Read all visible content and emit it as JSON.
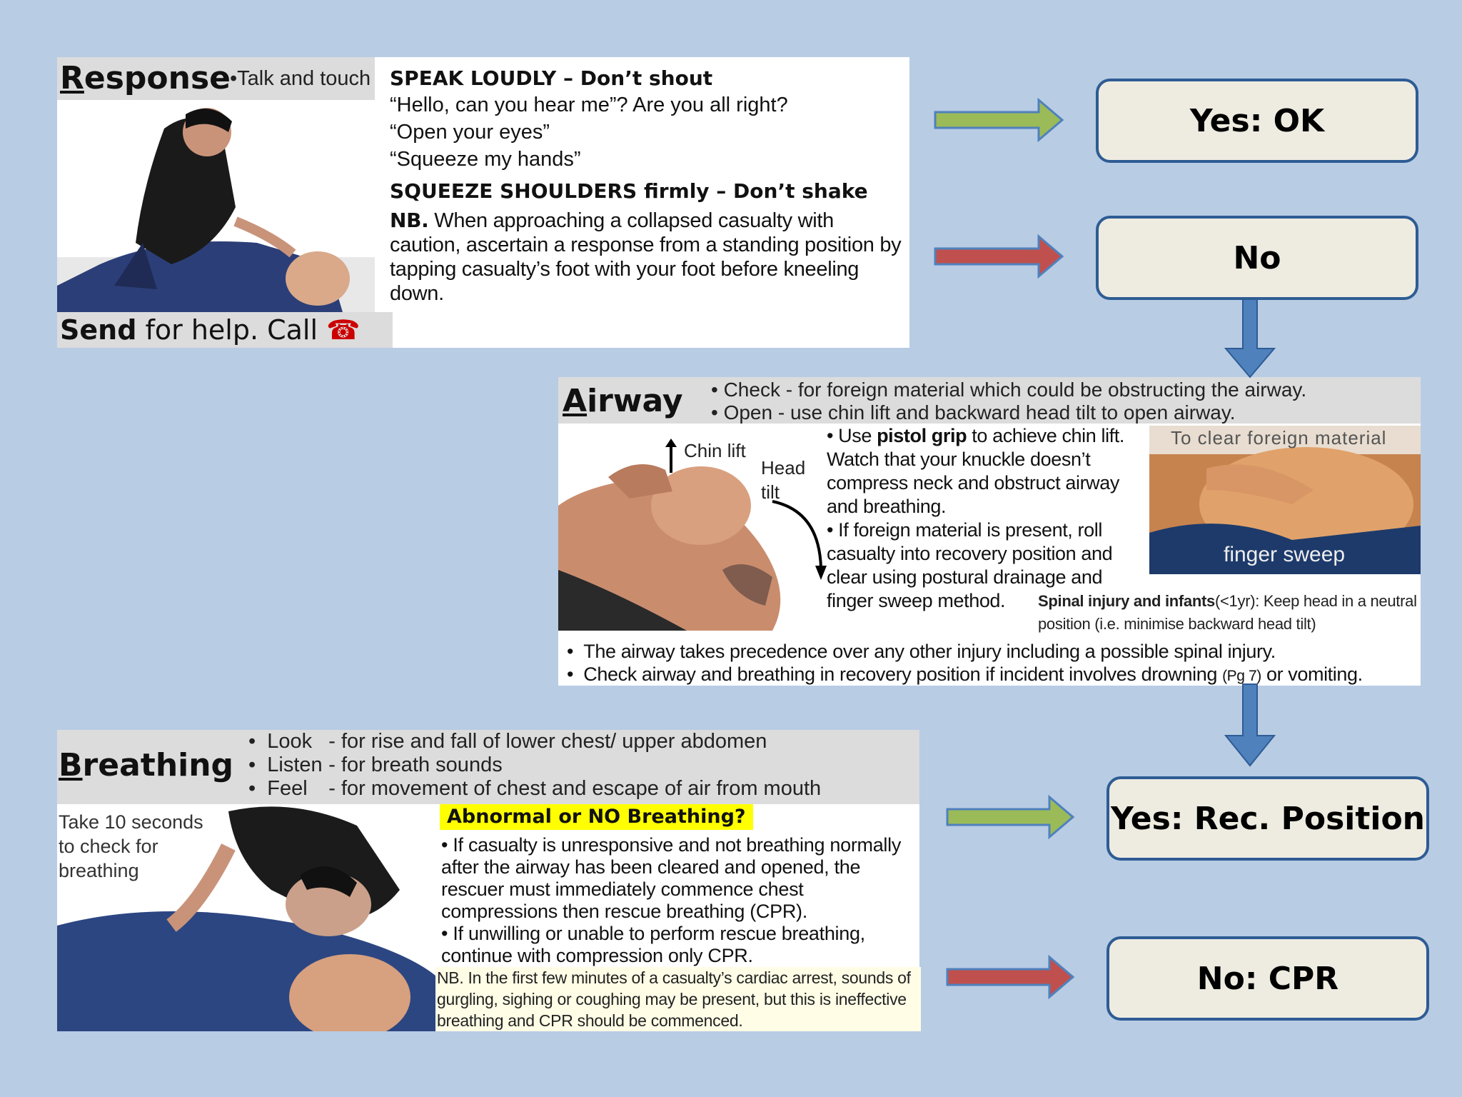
{
  "response": {
    "title": "Response",
    "subtitle": "•Talk and touch",
    "speak": "SPEAK LOUDLY – Don’t shout",
    "line1": "“Hello, can you hear me”? Are you all right?",
    "line2": "“Open your eyes”",
    "line3": "“Squeeze my hands”",
    "squeeze": "SQUEEZE SHOULDERS firmly – Don’t shake",
    "nb_label": "NB.",
    "nb_text": " When approaching a collapsed casualty with caution, ascertain a response from a standing position by tapping casualty’s foot with your foot before kneeling down.",
    "send_bold": "Send",
    "send_rest": " for help. Call ",
    "phone_icon": "☎"
  },
  "airway": {
    "title": "Airway",
    "check": "• Check - for foreign material which could be obstructing the airway.",
    "open": "• Open -  use chin lift and backward head tilt to open airway.",
    "chin_lift": "Chin lift",
    "head": "Head",
    "tilt": "tilt",
    "p1_pre": "• Use ",
    "p1_bold": "pistol grip",
    "p1_post": " to achieve chin lift. Watch that your knuckle doesn’t compress neck and obstruct airway and breathing.",
    "p2": "• If foreign material is present, roll casualty into recovery position and clear using postural drainage and finger sweep method.",
    "clear_caption": "To clear foreign material",
    "sweep_caption": "finger sweep",
    "spinal_bold": "Spinal injury and infants",
    "spinal_rest": "(<1yr): Keep head in a neutral position (i.e. minimise backward head tilt)",
    "b1": "The airway takes precedence over any other injury including a possible spinal injury.",
    "b2_pre": "Check airway and breathing in recovery position if incident involves drowning ",
    "b2_small": "(Pg 7)",
    "b2_post": " or vomiting."
  },
  "breathing": {
    "title": "Breathing",
    "rows": [
      {
        "term": "Look",
        "desc": "- for rise and fall of lower chest/ upper abdomen"
      },
      {
        "term": "Listen",
        "desc": "- for breath sounds"
      },
      {
        "term": "Feel",
        "desc": "- for movement of chest and escape of air from mouth"
      }
    ],
    "take10": "Take 10 seconds to check for breathing",
    "abnormal": "Abnormal or NO Breathing?",
    "b1": "• If casualty is unresponsive and not breathing normally after the airway has been cleared and opened, the rescuer must immediately commence chest compressions then rescue breathing (CPR).",
    "b2": "• If unwilling or unable to perform rescue breathing, continue with compression only CPR.",
    "nb": "NB. In the first few minutes of a casualty’s cardiac arrest, sounds of gurgling, sighing or coughing may be present, but this is ineffective breathing and CPR should be commenced."
  },
  "outcomes": {
    "yes_ok": "Yes: OK",
    "no": "No",
    "yes_rec": "Yes: Rec. Position",
    "no_cpr": "No: CPR"
  },
  "colors": {
    "background": "#b8cce4",
    "box_fill": "#eeece1",
    "box_border": "#2e5c94",
    "arrow_green": "#9bbb59",
    "arrow_red": "#c0504d",
    "arrow_blue": "#4f81bd",
    "highlight": "#ffff00",
    "phone": "#cc0000"
  }
}
